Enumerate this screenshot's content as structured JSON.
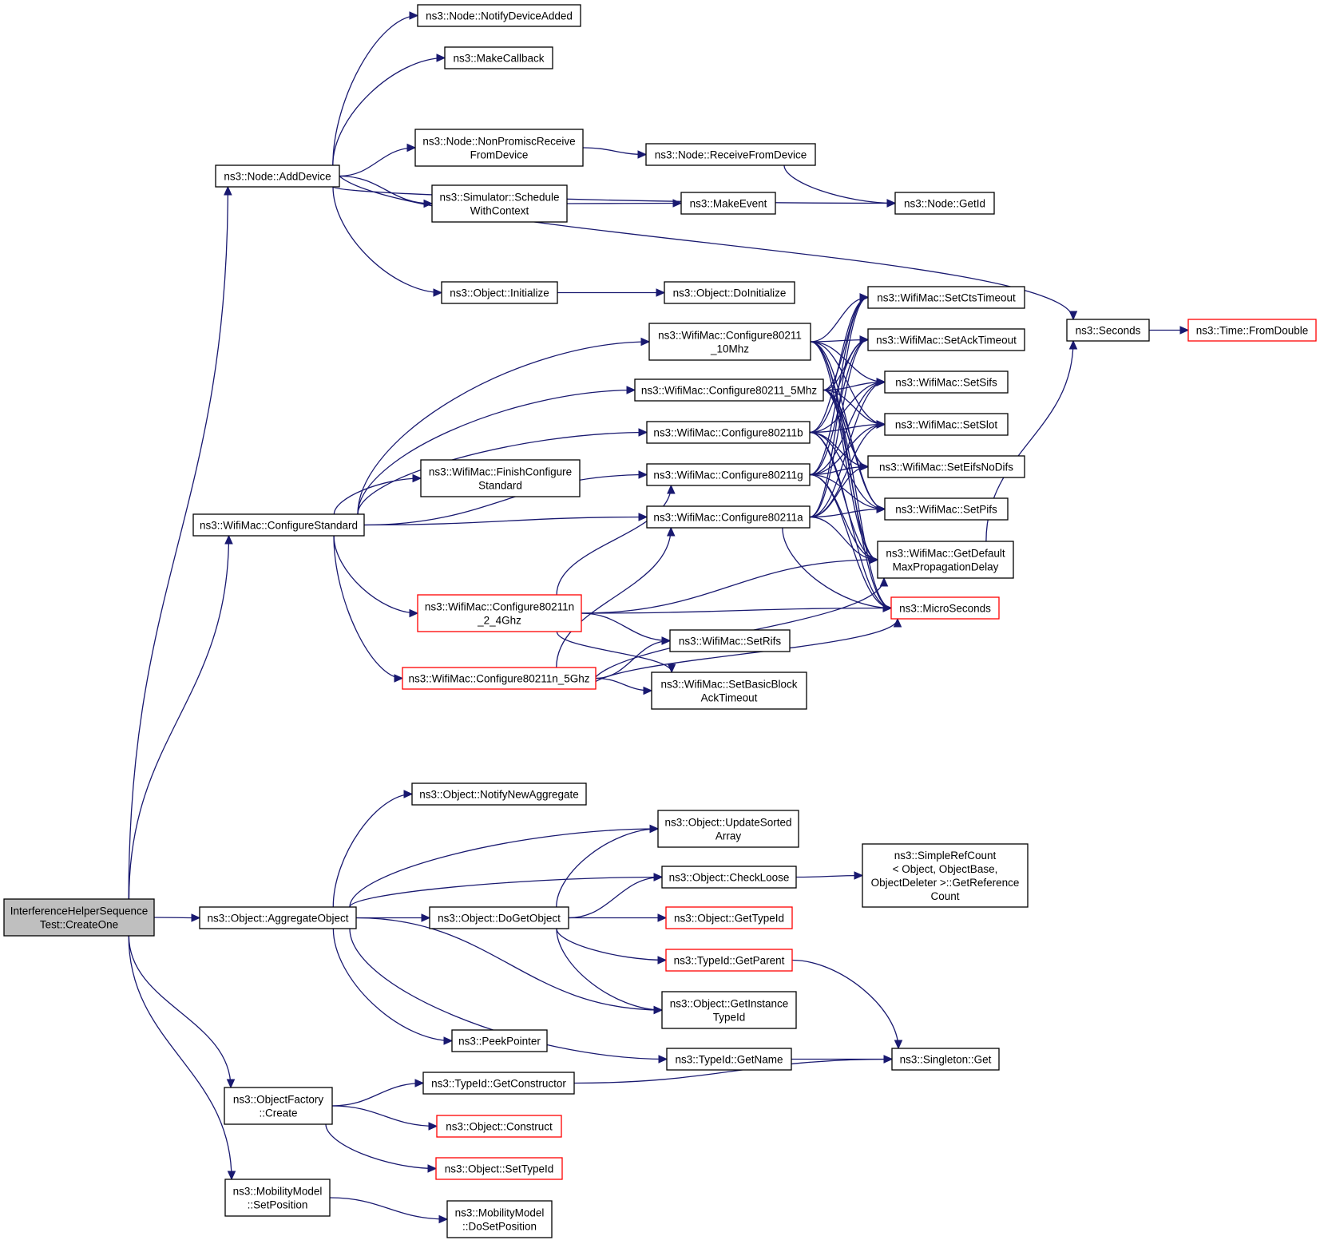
{
  "colors": {
    "edge": "#191970",
    "node_border": "#000000",
    "truncated_node_border": "#ff0000",
    "root_fill": "#bfbfbf"
  },
  "nodes": {
    "root": [
      "InterferenceHelperSequence",
      "Test::CreateOne"
    ],
    "add_device": [
      "ns3::Node::AddDevice"
    ],
    "notify_device_added": [
      "ns3::Node::NotifyDeviceAdded"
    ],
    "make_callback": [
      "ns3::MakeCallback"
    ],
    "non_promisc": [
      "ns3::Node::NonPromiscReceive",
      "FromDevice"
    ],
    "receive_from_device": [
      "ns3::Node::ReceiveFromDevice"
    ],
    "schedule_with_context": [
      "ns3::Simulator::Schedule",
      "WithContext"
    ],
    "make_event": [
      "ns3::MakeEvent"
    ],
    "get_id": [
      "ns3::Node::GetId"
    ],
    "object_initialize": [
      "ns3::Object::Initialize"
    ],
    "do_initialize": [
      "ns3::Object::DoInitialize"
    ],
    "seconds": [
      "ns3::Seconds"
    ],
    "from_double": [
      "ns3::Time::FromDouble"
    ],
    "configure_standard": [
      "ns3::WifiMac::ConfigureStandard"
    ],
    "cfg_10mhz": [
      "ns3::WifiMac::Configure80211",
      "_10Mhz"
    ],
    "cfg_5mhz": [
      "ns3::WifiMac::Configure80211_5Mhz"
    ],
    "cfg_b": [
      "ns3::WifiMac::Configure80211b"
    ],
    "finish_configure": [
      "ns3::WifiMac::FinishConfigure",
      "Standard"
    ],
    "cfg_g": [
      "ns3::WifiMac::Configure80211g"
    ],
    "cfg_a": [
      "ns3::WifiMac::Configure80211a"
    ],
    "cfg_n24": [
      "ns3::WifiMac::Configure80211n",
      "_2_4Ghz"
    ],
    "cfg_n5": [
      "ns3::WifiMac::Configure80211n_5Ghz"
    ],
    "set_cts": [
      "ns3::WifiMac::SetCtsTimeout"
    ],
    "set_ack": [
      "ns3::WifiMac::SetAckTimeout"
    ],
    "set_sifs": [
      "ns3::WifiMac::SetSifs"
    ],
    "set_slot": [
      "ns3::WifiMac::SetSlot"
    ],
    "set_eifs": [
      "ns3::WifiMac::SetEifsNoDifs"
    ],
    "set_pifs": [
      "ns3::WifiMac::SetPifs"
    ],
    "get_default_delay": [
      "ns3::WifiMac::GetDefault",
      "MaxPropagationDelay"
    ],
    "micro_seconds": [
      "ns3::MicroSeconds"
    ],
    "set_rifs": [
      "ns3::WifiMac::SetRifs"
    ],
    "set_basic_block": [
      "ns3::WifiMac::SetBasicBlock",
      "AckTimeout"
    ],
    "aggregate_object": [
      "ns3::Object::AggregateObject"
    ],
    "notify_new_aggregate": [
      "ns3::Object::NotifyNewAggregate"
    ],
    "update_sorted": [
      "ns3::Object::UpdateSorted",
      "Array"
    ],
    "check_loose": [
      "ns3::Object::CheckLoose"
    ],
    "simple_ref_count": [
      "ns3::SimpleRefCount",
      "< Object, ObjectBase,",
      " ObjectDeleter >::GetReference",
      "Count"
    ],
    "do_get_object": [
      "ns3::Object::DoGetObject"
    ],
    "get_type_id": [
      "ns3::Object::GetTypeId"
    ],
    "get_parent": [
      "ns3::TypeId::GetParent"
    ],
    "get_instance_type_id": [
      "ns3::Object::GetInstance",
      "TypeId"
    ],
    "peek_pointer": [
      "ns3::PeekPointer"
    ],
    "get_name": [
      "ns3::TypeId::GetName"
    ],
    "singleton_get": [
      "ns3::Singleton::Get"
    ],
    "object_factory_create": [
      "ns3::ObjectFactory",
      "::Create"
    ],
    "get_constructor": [
      "ns3::TypeId::GetConstructor"
    ],
    "object_construct": [
      "ns3::Object::Construct"
    ],
    "set_type_id": [
      "ns3::Object::SetTypeId"
    ],
    "mobility_set_position": [
      "ns3::MobilityModel",
      "::SetPosition"
    ],
    "mobility_do_set_position": [
      "ns3::MobilityModel",
      "::DoSetPosition"
    ]
  }
}
